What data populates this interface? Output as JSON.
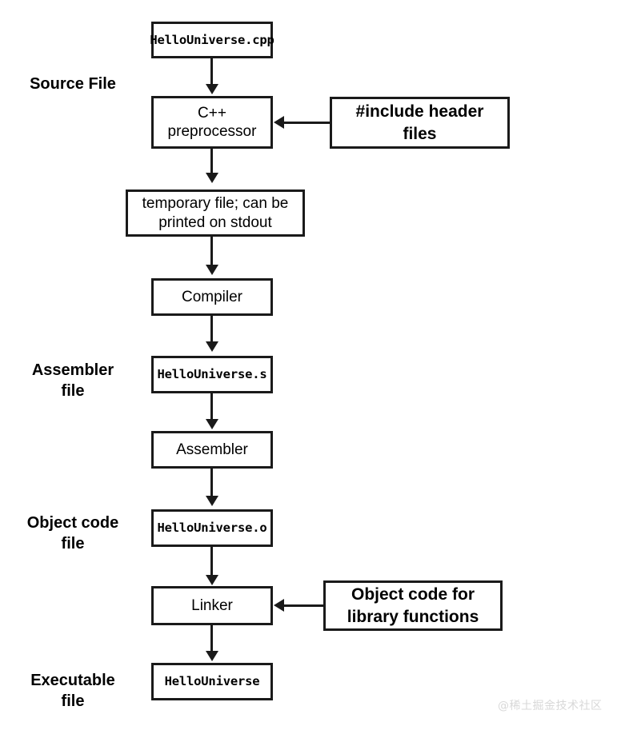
{
  "diagram": {
    "title": "C++ compilation pipeline",
    "colors": {
      "stroke": "#1a1a1a",
      "background": "#ffffff",
      "watermark": "#d8d8d8"
    },
    "row_labels": [
      {
        "name": "source-file",
        "text": "Source File"
      },
      {
        "name": "assembler-file",
        "text": "Assembler\nfile"
      },
      {
        "name": "object-code-file",
        "text": "Object code\nfile"
      },
      {
        "name": "executable-file",
        "text": "Executable\nfile"
      }
    ],
    "nodes": [
      {
        "name": "hellouniverse-cpp",
        "kind": "file",
        "text": "HelloUniverse.cpp"
      },
      {
        "name": "cpp-preprocessor",
        "kind": "stage",
        "text": "C++\npreprocessor"
      },
      {
        "name": "include-header-files",
        "kind": "side",
        "text": "#include header\nfiles"
      },
      {
        "name": "temporary-file",
        "kind": "stage",
        "text": "temporary file; can be\nprinted on stdout"
      },
      {
        "name": "compiler",
        "kind": "stage",
        "text": "Compiler"
      },
      {
        "name": "hellouniverse-s",
        "kind": "file",
        "text": "HelloUniverse.s"
      },
      {
        "name": "assembler",
        "kind": "stage",
        "text": "Assembler"
      },
      {
        "name": "hellouniverse-o",
        "kind": "file",
        "text": "HelloUniverse.o"
      },
      {
        "name": "linker",
        "kind": "stage",
        "text": "Linker"
      },
      {
        "name": "object-code-library",
        "kind": "side",
        "text": "Object code for\nlibrary functions"
      },
      {
        "name": "hellouniverse-exe",
        "kind": "file",
        "text": "HelloUniverse"
      }
    ],
    "watermark": "@稀土掘金技术社区"
  }
}
